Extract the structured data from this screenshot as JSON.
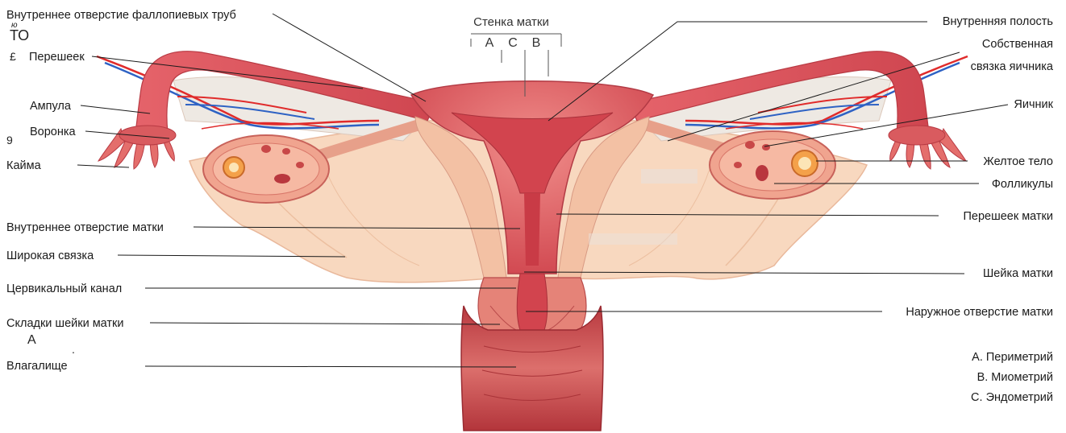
{
  "diagram": {
    "wall": {
      "title": "Стенка матки",
      "letters": [
        "A",
        "C",
        "B"
      ]
    },
    "labels_left": [
      {
        "id": "inner-tube-opening",
        "text": "Внутреннее отверстие фаллопиевых труб"
      },
      {
        "id": "isthmus-tube",
        "text": "Перешеек"
      },
      {
        "id": "ampulla",
        "text": "Ампула"
      },
      {
        "id": "infundibulum",
        "text": "Воронка"
      },
      {
        "id": "fimbriae",
        "text": "Кайма"
      },
      {
        "id": "internal-os",
        "text": "Внутреннее отверстие матки"
      },
      {
        "id": "broad-ligament",
        "text": "Широкая связка"
      },
      {
        "id": "cervical-canal",
        "text": "Цервикальный канал"
      },
      {
        "id": "cervical-folds",
        "text": "Складки шейки матки"
      },
      {
        "id": "vagina",
        "text": "Влагалище"
      }
    ],
    "labels_right": [
      {
        "id": "uterine-cavity",
        "text": "Внутренняя полость"
      },
      {
        "id": "ovarian-ligament-1",
        "text": "Собственная"
      },
      {
        "id": "ovarian-ligament-2",
        "text": "связка яичника"
      },
      {
        "id": "ovary",
        "text": "Яичник"
      },
      {
        "id": "corpus-luteum",
        "text": "Желтое тело"
      },
      {
        "id": "follicles",
        "text": "Фолликулы"
      },
      {
        "id": "uterine-isthmus",
        "text": "Перешеек матки"
      },
      {
        "id": "cervix",
        "text": "Шейка матки"
      },
      {
        "id": "external-os",
        "text": "Наружное отверстие матки"
      }
    ],
    "legend": [
      "A. Периметрий",
      "B. Миометрий",
      "C. Эндометрий"
    ],
    "artifacts": [
      "ТО",
      "ю",
      "£",
      "9",
      "А",
      "."
    ],
    "colors": {
      "tube": "#d9535c",
      "uterus": "#e2676a",
      "tissue": "#f6d1b4",
      "ovary": "#e88d7a",
      "artery": "#e02b2b",
      "vein": "#2e62c4"
    }
  }
}
